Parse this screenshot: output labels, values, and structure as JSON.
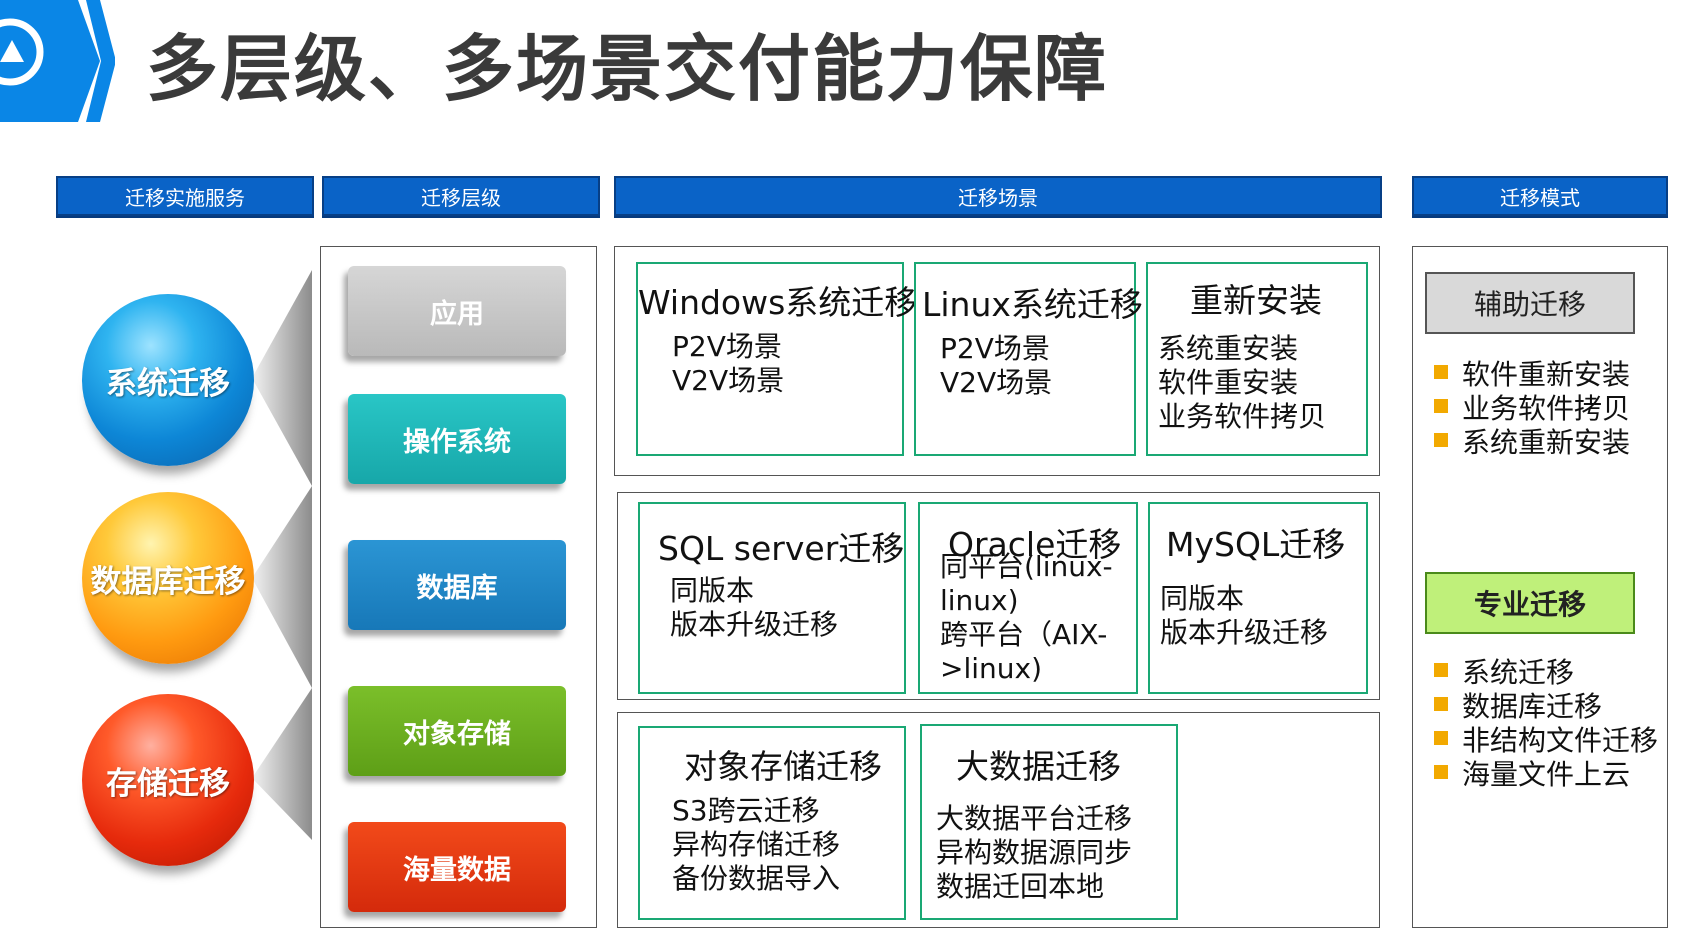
{
  "title": "多层级、多场景交付能力保障",
  "headers": {
    "services": "迁移实施服务",
    "levels": "迁移层级",
    "scenes": "迁移场景",
    "modes": "迁移模式"
  },
  "services": [
    {
      "label": "系统迁移",
      "color": "#1a8fdc"
    },
    {
      "label": "数据库迁移",
      "color": "#ff9a10"
    },
    {
      "label": "存储迁移",
      "color": "#e62a0c"
    }
  ],
  "levels": [
    {
      "label": "应用",
      "color": "#c8c8c8"
    },
    {
      "label": "操作系统",
      "color": "#1fb5b6"
    },
    {
      "label": "数据库",
      "color": "#1f86c6"
    },
    {
      "label": "对象存储",
      "color": "#6aae1f"
    },
    {
      "label": "海量数据",
      "color": "#e5350f"
    }
  ],
  "scenes": {
    "windows": {
      "title": "Windows系统迁移",
      "lines": [
        "P2V场景",
        "V2V场景"
      ]
    },
    "linux": {
      "title": "Linux系统迁移",
      "lines": [
        "P2V场景",
        "V2V场景"
      ]
    },
    "reinstall": {
      "title": "重新安装",
      "lines": [
        "系统重安装",
        "软件重安装",
        "业务软件拷贝"
      ]
    },
    "sqlserver": {
      "title": "SQL server迁移",
      "lines": [
        "同版本",
        "版本升级迁移"
      ]
    },
    "oracle": {
      "title": "Oracle迁移",
      "lines": [
        "同平台(linux-",
        "linux)",
        "跨平台（AIX-",
        ">linux)"
      ]
    },
    "mysql": {
      "title": "MySQL迁移",
      "lines": [
        "同版本",
        "版本升级迁移"
      ]
    },
    "objstore": {
      "title": "对象存储迁移",
      "lines": [
        "S3跨云迁移",
        "异构存储迁移",
        "备份数据导入"
      ]
    },
    "bigdata": {
      "title": "大数据迁移",
      "lines": [
        "大数据平台迁移",
        "异构数据源同步",
        "数据迁回本地"
      ]
    }
  },
  "modes": {
    "assisted": {
      "label": "辅助迁移",
      "items": [
        "软件重新安装",
        "业务软件拷贝",
        "系统重新安装"
      ]
    },
    "professional": {
      "label": "专业迁移",
      "items": [
        "系统迁移",
        "数据库迁移",
        "非结构文件迁移",
        "海量文件上云"
      ]
    }
  },
  "colors": {
    "header_blue": "#0a63c7",
    "scene_border": "#1aa874",
    "bullet": "#f2a900",
    "professional_bg": "#bff07a",
    "assisted_bg": "#d9d9d9"
  }
}
